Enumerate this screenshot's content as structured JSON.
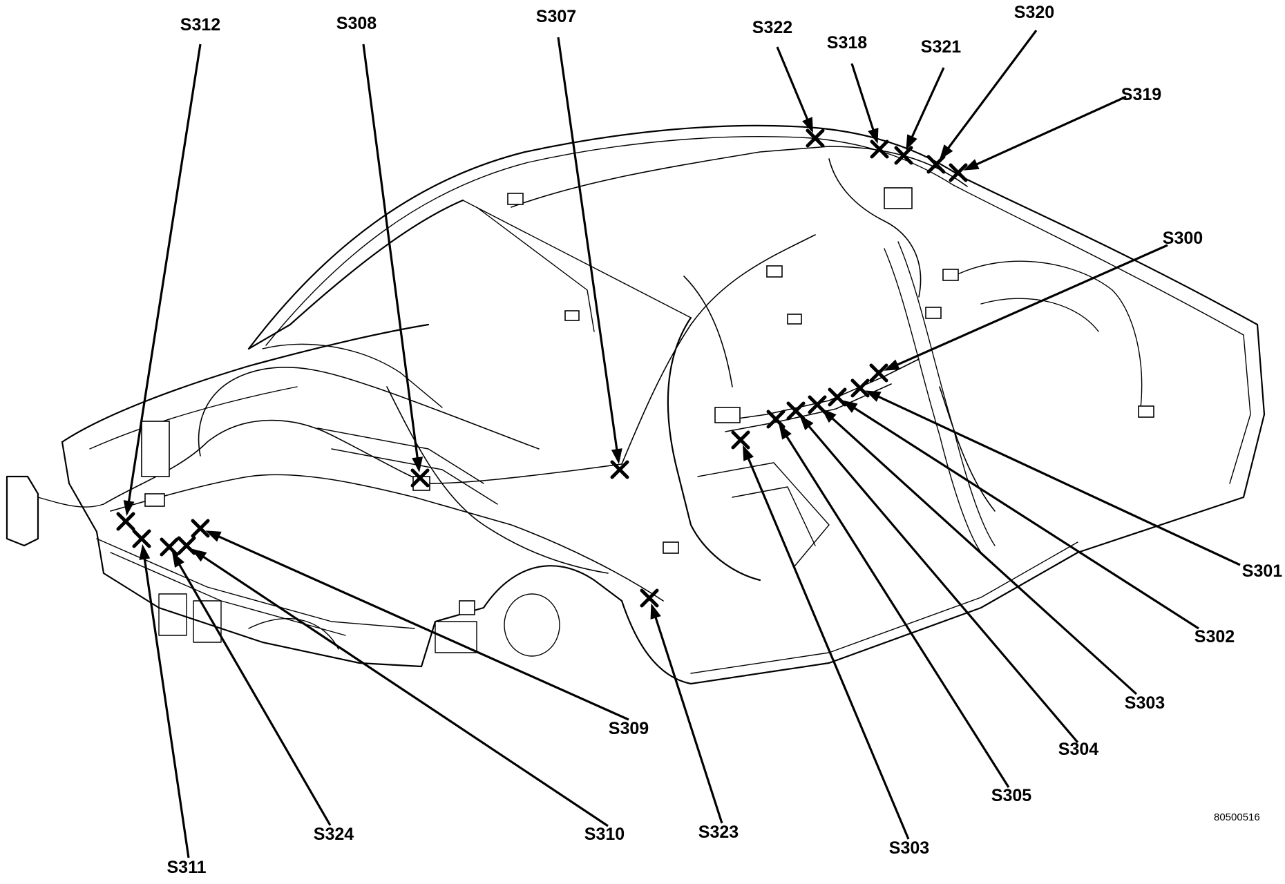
{
  "figure_id": "80500516",
  "callouts": [
    {
      "label": "S312"
    },
    {
      "label": "S308"
    },
    {
      "label": "S307"
    },
    {
      "label": "S322"
    },
    {
      "label": "S318"
    },
    {
      "label": "S321"
    },
    {
      "label": "S320"
    },
    {
      "label": "S319"
    },
    {
      "label": "S300"
    },
    {
      "label": "S301"
    },
    {
      "label": "S302"
    },
    {
      "label": "S303"
    },
    {
      "label": "S304"
    },
    {
      "label": "S305"
    },
    {
      "label": "S303"
    },
    {
      "label": "S323"
    },
    {
      "label": "S309"
    },
    {
      "label": "S310"
    },
    {
      "label": "S324"
    },
    {
      "label": "S311"
    }
  ]
}
